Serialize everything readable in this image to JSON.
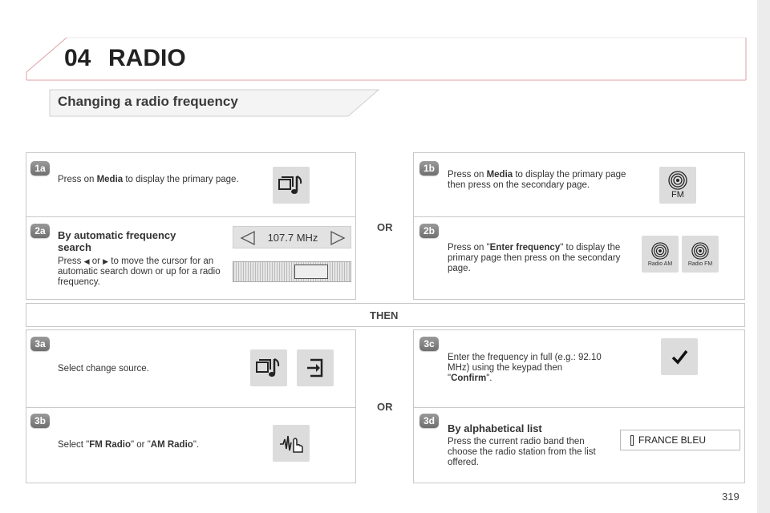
{
  "header": {
    "chapter_number": "04",
    "chapter_title": "RADIO",
    "section_title": "Changing a radio frequency"
  },
  "steps": {
    "s1a": {
      "badge": "1a",
      "pre": "Press on ",
      "bold": "Media",
      "post": " to display the primary page."
    },
    "s1b": {
      "badge": "1b",
      "pre": "Press on ",
      "bold": "Media",
      "post": " to display the primary page then press on the secondary page.",
      "icon_label": "FM"
    },
    "s2a": {
      "badge": "2a",
      "heading": "By automatic frequency search",
      "text_press": "Press",
      "text_or": "or",
      "text_rest": "to move the cursor for an automatic search down or up for a radio frequency.",
      "frequency": "107.7 MHz"
    },
    "s2b": {
      "badge": "2b",
      "pre": "Press on \"",
      "bold": "Enter frequency",
      "post": "\" to display the primary page then press on the secondary page.",
      "icon_am": "Radio AM",
      "icon_fm": "Radio FM"
    },
    "s3a": {
      "badge": "3a",
      "text": "Select change source."
    },
    "s3b": {
      "badge": "3b",
      "pre": "Select \"",
      "bold1": "FM Radio",
      "mid": "\" or \"",
      "bold2": "AM Radio",
      "post": "\"."
    },
    "s3c": {
      "badge": "3c",
      "pre": "Enter the frequency in full (e.g.: 92.10 MHz) using the keypad then \"",
      "bold": "Confirm",
      "post": "\"."
    },
    "s3d": {
      "badge": "3d",
      "heading": "By alphabetical list",
      "text": "Press the current radio band then choose the radio station from the list offered.",
      "station": "FRANCE BLEU"
    }
  },
  "connectors": {
    "or_top": "OR",
    "then": "THEN",
    "or_bottom": "OR"
  },
  "footer": {
    "page_number": "319"
  },
  "colors": {
    "accent": "#d0202e",
    "badge": "#7c7c7c",
    "icon_bg": "#dcdcdc"
  }
}
